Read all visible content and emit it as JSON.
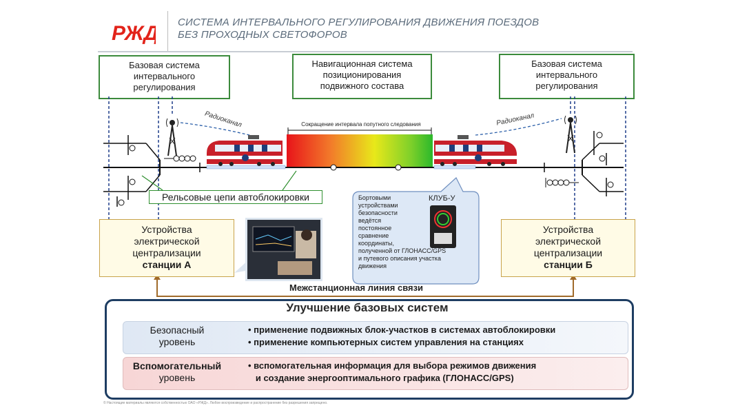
{
  "header": {
    "logo_text": "РЖД",
    "title_line1": "СИСТЕМА ИНТЕРВАЛЬНОГО РЕГУЛИРОВАНИЯ ДВИЖЕНИЯ ПОЕЗДОВ",
    "title_line2": "БЕЗ ПРОХОДНЫХ СВЕТОФОРОВ"
  },
  "boxes": {
    "left_base": [
      "Базовая система",
      "интервального",
      "регулирования"
    ],
    "nav": [
      "Навигационная система",
      "позиционирования",
      "подвижного состава"
    ],
    "right_base": [
      "Базовая система",
      "интервального",
      "регулирования"
    ],
    "station_a": [
      "Устройства",
      "электрической",
      "централизации",
      "станции А"
    ],
    "station_b": [
      "Устройства",
      "электрической",
      "централизации",
      "станции Б"
    ]
  },
  "labels": {
    "radio_left": "Радиоканал",
    "radio_right": "Радиоканал",
    "gradient": "Сокращение интервала попутного следования",
    "rails": "Рельсовые цепи автоблокировки",
    "interstation_link": "Межстанционная линия связи",
    "klub": "КЛУБ-У",
    "onboard": [
      "Бортовыми",
      "устройствами",
      "безопасности",
      "ведётся",
      "постоянное",
      "сравнение",
      "координаты,",
      "полученной от ГЛОНАСС/GPS",
      "и путевого описания участка",
      "движения"
    ]
  },
  "panel": {
    "title": "Улучшение базовых систем",
    "rows": [
      {
        "label": [
          "Безопасный",
          "уровень"
        ],
        "bullets": [
          "применение подвижных блок-участков в системах автоблокировки",
          "применение компьютерных систем управления на станциях"
        ]
      },
      {
        "label": [
          "Вспомогательный",
          "уровень"
        ],
        "bullets": [
          "вспомогательная информация для выбора режимов движения",
          " и создание энергооптимального графика (ГЛОНАСС/GPS)"
        ]
      }
    ]
  },
  "footnote": "© Настоящие материалы являются собственностью ОАО «РЖД». Любое воспроизведение и распространение без разрешения запрещено.",
  "colors": {
    "green_border": "#3b8a3b",
    "yellow_fill": "#fffbe6",
    "dark_blue": "#1e3d62",
    "brand_red": "#e2231a",
    "train_red": "#c8202a"
  }
}
